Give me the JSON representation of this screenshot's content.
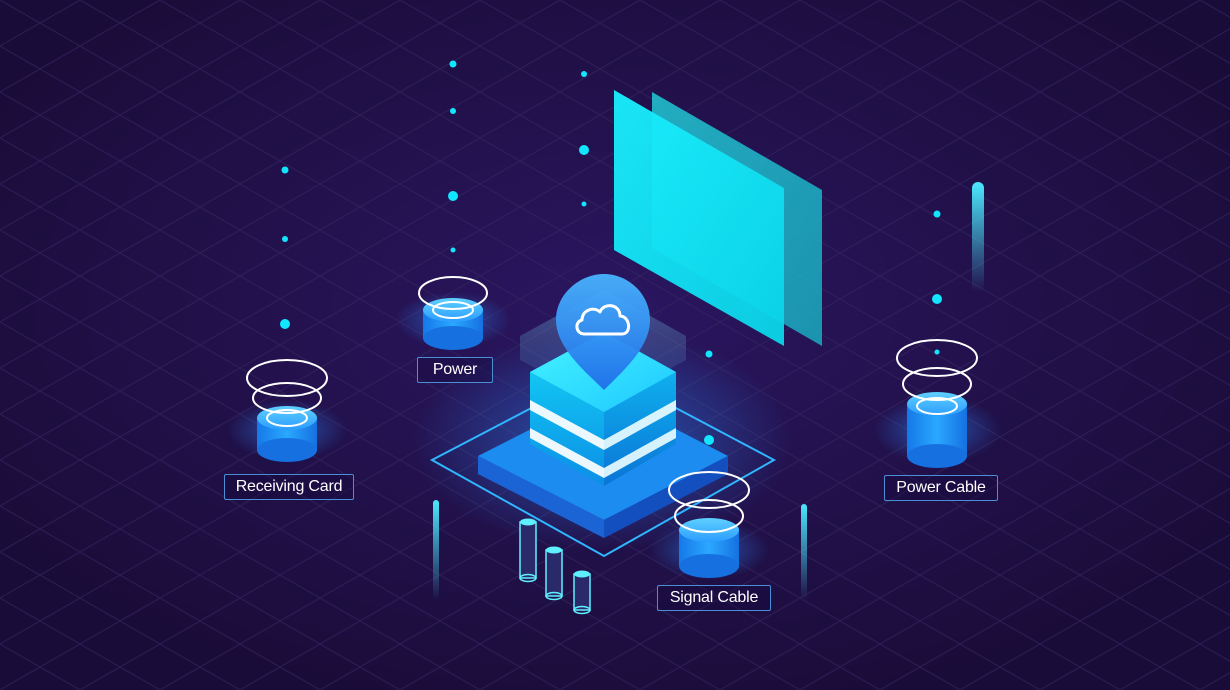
{
  "labels": {
    "receiving_card": "Receiving Card",
    "power": "Power",
    "signal_cable": "Signal Cable",
    "power_cable": "Power Cable"
  },
  "icons": {
    "center": "cloud-icon"
  },
  "colors": {
    "background": "#1e0f3f",
    "grid": "#3a2a68",
    "accent": "#12e6ff",
    "device": "#1fa7ff",
    "label_border": "#4a8fd6",
    "label_text": "#ffffff"
  }
}
